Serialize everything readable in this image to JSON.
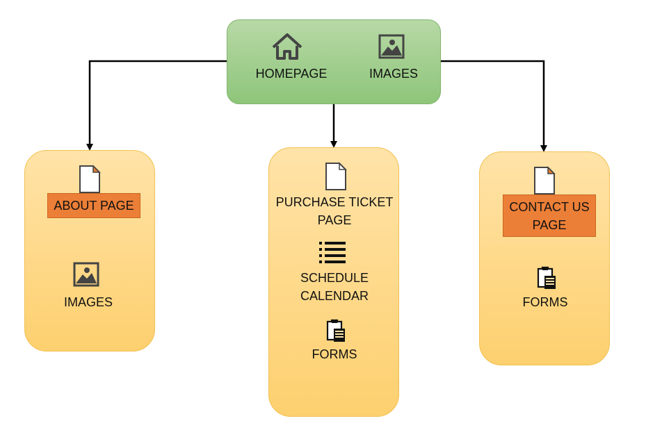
{
  "root": {
    "items": [
      {
        "icon": "home-icon",
        "label": "HOMEPAGE"
      },
      {
        "icon": "image-icon",
        "label": "IMAGES"
      }
    ]
  },
  "about": {
    "title": "ABOUT PAGE",
    "items": [
      {
        "icon": "image-icon",
        "label": "IMAGES"
      }
    ]
  },
  "purchase": {
    "items": [
      {
        "icon": "document-icon",
        "label": "PURCHASE TICKET\nPAGE"
      },
      {
        "icon": "list-icon",
        "label": "SCHEDULE\nCALENDAR"
      },
      {
        "icon": "clipboard-icon",
        "label": "FORMS"
      }
    ]
  },
  "contact": {
    "title": "CONTACT US\nPAGE",
    "items": [
      {
        "icon": "clipboard-icon",
        "label": "FORMS"
      }
    ]
  },
  "colors": {
    "root_fill": "#a5cf90",
    "child_fill": "#fed986",
    "title_fill": "#ec7f37"
  }
}
